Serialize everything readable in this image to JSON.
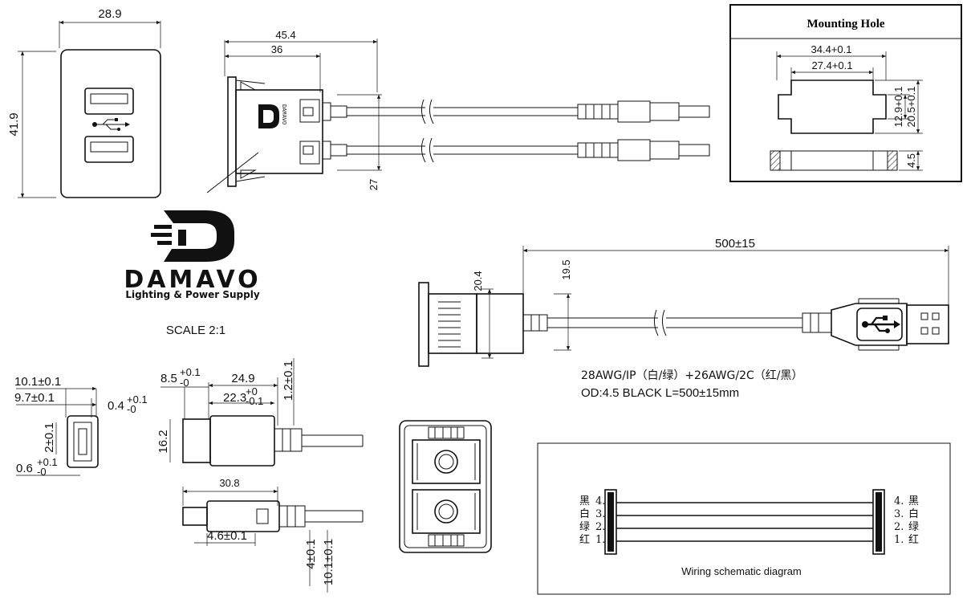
{
  "front_view": {
    "width_dim": "28.9",
    "height_dim": "41.9"
  },
  "side_view": {
    "overall_len": "45.4",
    "body_len": "36",
    "depth": "27"
  },
  "mounting_hole": {
    "title": "Mounting Hole",
    "outer_width": "34.4+0.1",
    "inner_width": "27.4+0.1",
    "inner_height": "12.9+0.1",
    "outer_height": "20.5+0.1",
    "thickness": "4.5"
  },
  "logo": {
    "name": "DAMAVO",
    "tagline": "Lighting & Power Supply"
  },
  "scale": "SCALE 2:1",
  "cable_view": {
    "length": "500±15",
    "height_a": "20.4",
    "height_b": "19.5",
    "spec_line1": "28AWG/IP（白/绿）+26AWG/2C（红/黑）",
    "spec_line2": "OD:4.5 BLACK L=500±15mm"
  },
  "socket_detail": {
    "w1": "10.1±0.1",
    "w2": "9.7±0.1",
    "t1_main": "0.4",
    "t1_tol_upper": "+0.1",
    "t1_tol_lower": "-0",
    "h1": "2±0.1",
    "b1_main": "0.6",
    "b1_tol_upper": "+0.1",
    "b1_tol_lower": "-0"
  },
  "plug_detail": {
    "a_main": "8.5",
    "a_tol_upper": "+0.1",
    "a_tol_lower": "-0",
    "len1": "24.9",
    "len2_main": "22.3",
    "len2_tol_upper": "+0",
    "len2_tol_lower": "-0.1",
    "gap": "1.2±0.1",
    "height": "16.2",
    "len3": "30.8",
    "small": "4.6±0.1",
    "v1": "4±0.1",
    "v2": "10.1±0.1"
  },
  "wiring": {
    "caption": "Wiring schematic diagram",
    "left": [
      {
        "name": "黑",
        "pin": "4."
      },
      {
        "name": "白",
        "pin": "3."
      },
      {
        "name": "绿",
        "pin": "2."
      },
      {
        "name": "红",
        "pin": "1."
      }
    ],
    "right": [
      {
        "pin": "4.",
        "name": "黑"
      },
      {
        "pin": "3.",
        "name": "白"
      },
      {
        "pin": "2.",
        "name": "绿"
      },
      {
        "pin": "1.",
        "name": "红"
      }
    ]
  }
}
